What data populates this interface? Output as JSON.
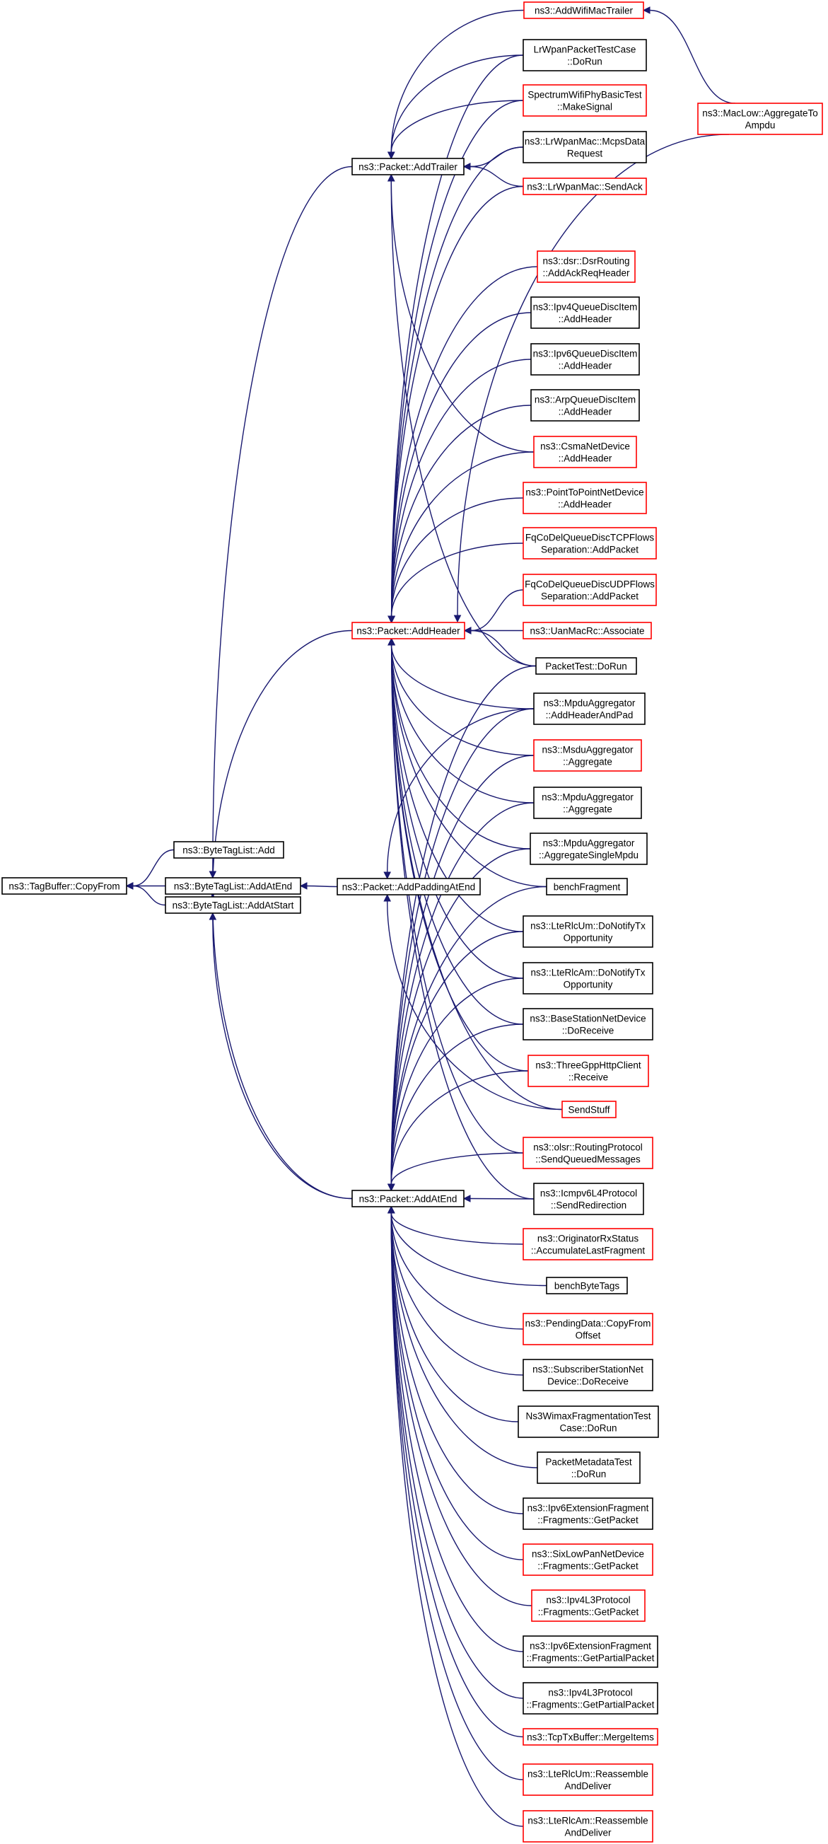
{
  "colors": {
    "edge": "#191970",
    "border_normal": "#000000",
    "border_truncated": "#ff0000",
    "fill_root": "#bfbfbf",
    "fill_normal": "#ffffff"
  },
  "nodes": [
    {
      "id": "root",
      "lines": [
        "ns3::TagBuffer::CopyFrom"
      ],
      "truncated": false,
      "root": true
    },
    {
      "id": "btl_add",
      "lines": [
        "ns3::ByteTagList::Add"
      ],
      "truncated": false
    },
    {
      "id": "btl_addatend",
      "lines": [
        "ns3::ByteTagList::AddAtEnd"
      ],
      "truncated": false
    },
    {
      "id": "btl_addatstart",
      "lines": [
        "ns3::ByteTagList::AddAtStart"
      ],
      "truncated": false
    },
    {
      "id": "pkt_addtrailer",
      "lines": [
        "ns3::Packet::AddTrailer"
      ],
      "truncated": false
    },
    {
      "id": "pkt_addheader",
      "lines": [
        "ns3::Packet::AddHeader"
      ],
      "truncated": true
    },
    {
      "id": "pkt_addpadding",
      "lines": [
        "ns3::Packet::AddPaddingAtEnd"
      ],
      "truncated": false
    },
    {
      "id": "pkt_addatend",
      "lines": [
        "ns3::Packet::AddAtEnd"
      ],
      "truncated": false
    },
    {
      "id": "wifimactrailer",
      "lines": [
        "ns3::AddWifiMacTrailer"
      ],
      "truncated": true
    },
    {
      "id": "maclow",
      "lines": [
        "ns3::MacLow::AggregateTo",
        "Ampdu"
      ],
      "truncated": true
    },
    {
      "id": "lrwpantest",
      "lines": [
        "LrWpanPacketTestCase",
        "::DoRun"
      ],
      "truncated": false
    },
    {
      "id": "spectrumwifi",
      "lines": [
        "SpectrumWifiPhyBasicTest",
        "::MakeSignal"
      ],
      "truncated": true
    },
    {
      "id": "lrwpanmcps",
      "lines": [
        "ns3::LrWpanMac::McpsData",
        "Request"
      ],
      "truncated": false
    },
    {
      "id": "lrwpansendack",
      "lines": [
        "ns3::LrWpanMac::SendAck"
      ],
      "truncated": true
    },
    {
      "id": "dsr",
      "lines": [
        "ns3::dsr::DsrRouting",
        "::AddAckReqHeader"
      ],
      "truncated": true
    },
    {
      "id": "ipv4qdi",
      "lines": [
        "ns3::Ipv4QueueDiscItem",
        "::AddHeader"
      ],
      "truncated": false
    },
    {
      "id": "ipv6qdi",
      "lines": [
        "ns3::Ipv6QueueDiscItem",
        "::AddHeader"
      ],
      "truncated": false
    },
    {
      "id": "arpqdi",
      "lines": [
        "ns3::ArpQueueDiscItem",
        "::AddHeader"
      ],
      "truncated": false
    },
    {
      "id": "csma",
      "lines": [
        "ns3::CsmaNetDevice",
        "::AddHeader"
      ],
      "truncated": true
    },
    {
      "id": "p2p",
      "lines": [
        "ns3::PointToPointNetDevice",
        "::AddHeader"
      ],
      "truncated": true
    },
    {
      "id": "fqtcp",
      "lines": [
        "FqCoDelQueueDiscTCPFlows",
        "Separation::AddPacket"
      ],
      "truncated": true
    },
    {
      "id": "fqudp",
      "lines": [
        "FqCoDelQueueDiscUDPFlows",
        "Separation::AddPacket"
      ],
      "truncated": true
    },
    {
      "id": "uanmac",
      "lines": [
        "ns3::UanMacRc::Associate"
      ],
      "truncated": true
    },
    {
      "id": "pkttest",
      "lines": [
        "PacketTest::DoRun"
      ],
      "truncated": false
    },
    {
      "id": "mpduhdrpad",
      "lines": [
        "ns3::MpduAggregator",
        "::AddHeaderAndPad"
      ],
      "truncated": false
    },
    {
      "id": "msduagg",
      "lines": [
        "ns3::MsduAggregator",
        "::Aggregate"
      ],
      "truncated": true
    },
    {
      "id": "mpduagg",
      "lines": [
        "ns3::MpduAggregator",
        "::Aggregate"
      ],
      "truncated": false
    },
    {
      "id": "mpdusingle",
      "lines": [
        "ns3::MpduAggregator",
        "::AggregateSingleMpdu"
      ],
      "truncated": false
    },
    {
      "id": "benchfrag",
      "lines": [
        "benchFragment"
      ],
      "truncated": false
    },
    {
      "id": "lterlcum_tx",
      "lines": [
        "ns3::LteRlcUm::DoNotifyTx",
        "Opportunity"
      ],
      "truncated": false
    },
    {
      "id": "lterlcam_tx",
      "lines": [
        "ns3::LteRlcAm::DoNotifyTx",
        "Opportunity"
      ],
      "truncated": false
    },
    {
      "id": "bsnd",
      "lines": [
        "ns3::BaseStationNetDevice",
        "::DoReceive"
      ],
      "truncated": false
    },
    {
      "id": "threegpp",
      "lines": [
        "ns3::ThreeGppHttpClient",
        "::Receive"
      ],
      "truncated": true
    },
    {
      "id": "sendstuff",
      "lines": [
        "SendStuff"
      ],
      "truncated": true
    },
    {
      "id": "olsr",
      "lines": [
        "ns3::olsr::RoutingProtocol",
        "::SendQueuedMessages"
      ],
      "truncated": true
    },
    {
      "id": "icmpv6",
      "lines": [
        "ns3::Icmpv6L4Protocol",
        "::SendRedirection"
      ],
      "truncated": false
    },
    {
      "id": "origrx",
      "lines": [
        "ns3::OriginatorRxStatus",
        "::AccumulateLastFragment"
      ],
      "truncated": true
    },
    {
      "id": "benchbytetags",
      "lines": [
        "benchByteTags"
      ],
      "truncated": false
    },
    {
      "id": "pendingdata",
      "lines": [
        "ns3::PendingData::CopyFrom",
        "Offset"
      ],
      "truncated": true
    },
    {
      "id": "ssnd",
      "lines": [
        "ns3::SubscriberStationNet",
        "Device::DoReceive"
      ],
      "truncated": false
    },
    {
      "id": "wimaxfrag",
      "lines": [
        "Ns3WimaxFragmentationTest",
        "Case::DoRun"
      ],
      "truncated": false
    },
    {
      "id": "pktmeta",
      "lines": [
        "PacketMetadataTest",
        "::DoRun"
      ],
      "truncated": false
    },
    {
      "id": "ipv6extfrag",
      "lines": [
        "ns3::Ipv6ExtensionFragment",
        "::Fragments::GetPacket"
      ],
      "truncated": false
    },
    {
      "id": "sixlowpan",
      "lines": [
        "ns3::SixLowPanNetDevice",
        "::Fragments::GetPacket"
      ],
      "truncated": true
    },
    {
      "id": "ipv4l3frag",
      "lines": [
        "ns3::Ipv4L3Protocol",
        "::Fragments::GetPacket"
      ],
      "truncated": true
    },
    {
      "id": "ipv6extpartial",
      "lines": [
        "ns3::Ipv6ExtensionFragment",
        "::Fragments::GetPartialPacket"
      ],
      "truncated": false
    },
    {
      "id": "ipv4l3partial",
      "lines": [
        "ns3::Ipv4L3Protocol",
        "::Fragments::GetPartialPacket"
      ],
      "truncated": false
    },
    {
      "id": "tcptx",
      "lines": [
        "ns3::TcpTxBuffer::MergeItems"
      ],
      "truncated": true
    },
    {
      "id": "lterlcum_re",
      "lines": [
        "ns3::LteRlcUm::Reassemble",
        "AndDeliver"
      ],
      "truncated": true
    },
    {
      "id": "lterlcam_re",
      "lines": [
        "ns3::LteRlcAm::Reassemble",
        "AndDeliver"
      ],
      "truncated": true
    }
  ],
  "edges": [
    {
      "from": "btl_add",
      "to": "root"
    },
    {
      "from": "btl_addatend",
      "to": "root"
    },
    {
      "from": "btl_addatstart",
      "to": "root"
    },
    {
      "from": "pkt_addtrailer",
      "to": "btl_addatend"
    },
    {
      "from": "pkt_addpadding",
      "to": "btl_addatend"
    },
    {
      "from": "pkt_addatend",
      "to": "btl_addatend"
    },
    {
      "from": "pkt_addheader",
      "to": "btl_addatstart"
    },
    {
      "from": "pkt_addatend",
      "to": "btl_addatstart"
    },
    {
      "from": "wifimactrailer",
      "to": "pkt_addtrailer"
    },
    {
      "from": "lrwpantest",
      "to": "pkt_addtrailer"
    },
    {
      "from": "spectrumwifi",
      "to": "pkt_addtrailer"
    },
    {
      "from": "lrwpanmcps",
      "to": "pkt_addtrailer"
    },
    {
      "from": "lrwpansendack",
      "to": "pkt_addtrailer"
    },
    {
      "from": "csma",
      "to": "pkt_addtrailer"
    },
    {
      "from": "pkttest",
      "to": "pkt_addtrailer"
    },
    {
      "from": "maclow",
      "to": "wifimactrailer"
    },
    {
      "from": "maclow",
      "to": "pkt_addheader"
    },
    {
      "from": "lrwpantest",
      "to": "pkt_addheader"
    },
    {
      "from": "spectrumwifi",
      "to": "pkt_addheader"
    },
    {
      "from": "lrwpanmcps",
      "to": "pkt_addheader"
    },
    {
      "from": "lrwpansendack",
      "to": "pkt_addheader"
    },
    {
      "from": "dsr",
      "to": "pkt_addheader"
    },
    {
      "from": "ipv4qdi",
      "to": "pkt_addheader"
    },
    {
      "from": "ipv6qdi",
      "to": "pkt_addheader"
    },
    {
      "from": "arpqdi",
      "to": "pkt_addheader"
    },
    {
      "from": "csma",
      "to": "pkt_addheader"
    },
    {
      "from": "p2p",
      "to": "pkt_addheader"
    },
    {
      "from": "fqtcp",
      "to": "pkt_addheader"
    },
    {
      "from": "fqudp",
      "to": "pkt_addheader"
    },
    {
      "from": "uanmac",
      "to": "pkt_addheader"
    },
    {
      "from": "pkttest",
      "to": "pkt_addheader"
    },
    {
      "from": "mpduhdrpad",
      "to": "pkt_addheader"
    },
    {
      "from": "msduagg",
      "to": "pkt_addheader"
    },
    {
      "from": "mpduagg",
      "to": "pkt_addheader"
    },
    {
      "from": "mpdusingle",
      "to": "pkt_addheader"
    },
    {
      "from": "benchfrag",
      "to": "pkt_addheader"
    },
    {
      "from": "lterlcum_tx",
      "to": "pkt_addheader"
    },
    {
      "from": "lterlcam_tx",
      "to": "pkt_addheader"
    },
    {
      "from": "bsnd",
      "to": "pkt_addheader"
    },
    {
      "from": "threegpp",
      "to": "pkt_addheader"
    },
    {
      "from": "sendstuff",
      "to": "pkt_addheader"
    },
    {
      "from": "olsr",
      "to": "pkt_addheader"
    },
    {
      "from": "icmpv6",
      "to": "pkt_addheader"
    },
    {
      "from": "mpduhdrpad",
      "to": "pkt_addpadding"
    },
    {
      "from": "sendstuff",
      "to": "pkt_addpadding"
    },
    {
      "from": "pkttest",
      "to": "pkt_addatend"
    },
    {
      "from": "mpduhdrpad",
      "to": "pkt_addatend"
    },
    {
      "from": "msduagg",
      "to": "pkt_addatend"
    },
    {
      "from": "mpduagg",
      "to": "pkt_addatend"
    },
    {
      "from": "mpdusingle",
      "to": "pkt_addatend"
    },
    {
      "from": "benchfrag",
      "to": "pkt_addatend"
    },
    {
      "from": "lterlcum_tx",
      "to": "pkt_addatend"
    },
    {
      "from": "lterlcam_tx",
      "to": "pkt_addatend"
    },
    {
      "from": "bsnd",
      "to": "pkt_addatend"
    },
    {
      "from": "threegpp",
      "to": "pkt_addatend"
    },
    {
      "from": "olsr",
      "to": "pkt_addatend"
    },
    {
      "from": "icmpv6",
      "to": "pkt_addatend"
    },
    {
      "from": "origrx",
      "to": "pkt_addatend"
    },
    {
      "from": "benchbytetags",
      "to": "pkt_addatend"
    },
    {
      "from": "pendingdata",
      "to": "pkt_addatend"
    },
    {
      "from": "ssnd",
      "to": "pkt_addatend"
    },
    {
      "from": "wimaxfrag",
      "to": "pkt_addatend"
    },
    {
      "from": "pktmeta",
      "to": "pkt_addatend"
    },
    {
      "from": "ipv6extfrag",
      "to": "pkt_addatend"
    },
    {
      "from": "sixlowpan",
      "to": "pkt_addatend"
    },
    {
      "from": "ipv4l3frag",
      "to": "pkt_addatend"
    },
    {
      "from": "ipv6extpartial",
      "to": "pkt_addatend"
    },
    {
      "from": "ipv4l3partial",
      "to": "pkt_addatend"
    },
    {
      "from": "tcptx",
      "to": "pkt_addatend"
    },
    {
      "from": "lterlcum_re",
      "to": "pkt_addatend"
    },
    {
      "from": "lterlcam_re",
      "to": "pkt_addatend"
    }
  ]
}
